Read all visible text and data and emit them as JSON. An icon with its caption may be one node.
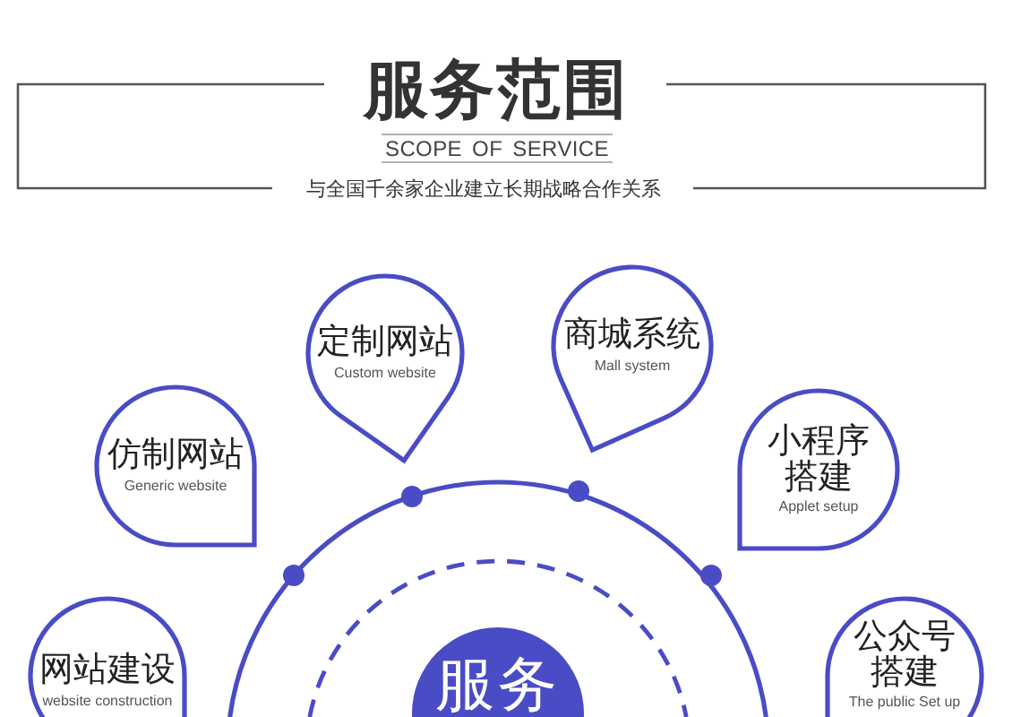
{
  "diagram": {
    "title": "服务范围",
    "nodes": [
      {
        "text": [
          "定制网站",
          "Custom website"
        ]
      },
      {
        "text": [
          "商城系统",
          "Mall system"
        ]
      },
      {
        "text": [
          "仿制网站",
          "Generic website"
        ]
      },
      {
        "text": [
          "小程序搭建",
          "Applet setup"
        ]
      },
      {
        "text": [
          "网站建设",
          "website construction"
        ]
      },
      {
        "text": [
          "公众号搭建",
          "The public Set up"
        ]
      },
      {
        "text": [
          "服务"
        ]
      }
    ],
    "labels": [
      "SCOPE OF SERVICE",
      "与全国千余家企业建立长期战略合作关系"
    ]
  }
}
